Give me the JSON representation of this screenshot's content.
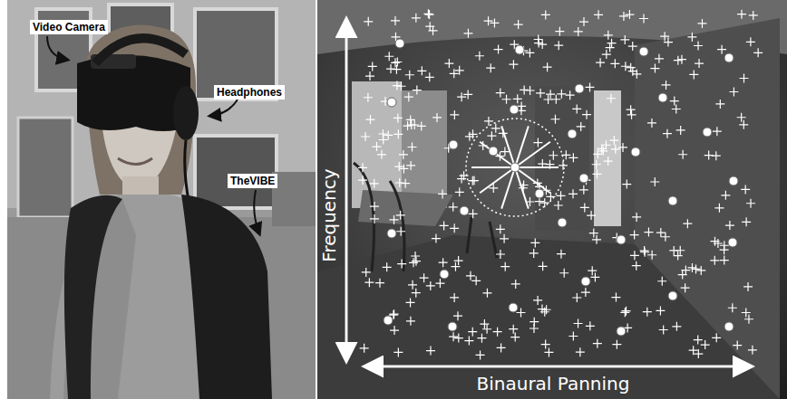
{
  "diagram": {
    "labels": [
      "Video Camera",
      "Headphones",
      "TheVIBE",
      "Frequency",
      "Binaural Panning"
    ]
  }
}
